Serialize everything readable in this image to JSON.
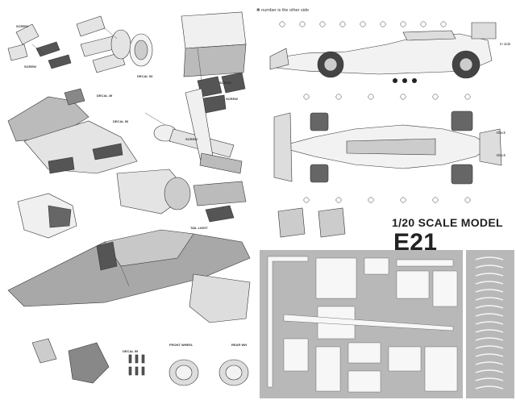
{
  "header": {
    "note_symbol": "※",
    "note_text": "number is the other side"
  },
  "title": {
    "prefix": "1/20 SCALE MODEL",
    "model": "E21"
  },
  "labels": {
    "front_wheel": "FRONT WHEEL",
    "rear_wheel": "REAR WH",
    "tail_light": "TAIL LIGHT",
    "screw1": "SCREW",
    "screw2": "SCREW",
    "screw3": "SCREW",
    "screw4": "SCREW",
    "screw5": "SCREW",
    "decal_49": "DECAL 49",
    "decal_50": "DECAL 50",
    "decal_53": "DECAL 53",
    "decal_55": "DECAL 55",
    "in_side": "In side",
    "black1": "Black",
    "black2": "Black"
  }
}
